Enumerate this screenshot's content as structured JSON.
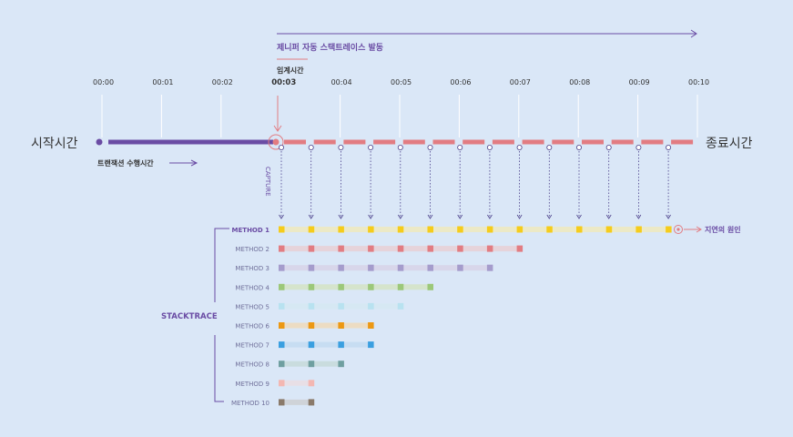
{
  "auto_stacktrace_label": "제니퍼 자동 스택트레이스 발동",
  "threshold": {
    "label": "임계시간",
    "time": "00:03"
  },
  "time_ticks": [
    "00:00",
    "00:01",
    "00:02",
    "00:03",
    "00:04",
    "00:05",
    "00:06",
    "00:07",
    "00:08",
    "00:09",
    "00:10"
  ],
  "start_label": "시작시간",
  "end_label": "종료시간",
  "transaction_label": "트랜잭션 수행시간",
  "capture_label": "CAPTURE",
  "stacktrace_label": "STACKTRACE",
  "cause_label": "지연의 원인",
  "methods": [
    {
      "label": "METHOD 1",
      "captures": 14,
      "color": "#f5cc1b",
      "track": "#ece9c6",
      "highlight": true
    },
    {
      "label": "METHOD 2",
      "captures": 9,
      "color": "#e27c82",
      "track": "#e6d3da",
      "highlight": false
    },
    {
      "label": "METHOD 3",
      "captures": 8,
      "color": "#a59ccc",
      "track": "#d8d6ea",
      "highlight": false
    },
    {
      "label": "METHOD 4",
      "captures": 6,
      "color": "#9cc879",
      "track": "#d5e4cc",
      "highlight": false
    },
    {
      "label": "METHOD 5",
      "captures": 5,
      "color": "#b8e2f0",
      "track": "#d6e8f3",
      "highlight": false
    },
    {
      "label": "METHOD 6",
      "captures": 4,
      "color": "#ec9813",
      "track": "#ecdcc3",
      "highlight": false
    },
    {
      "label": "METHOD 7",
      "captures": 4,
      "color": "#3a9fe0",
      "track": "#c7ddf2",
      "highlight": false
    },
    {
      "label": "METHOD 8",
      "captures": 3,
      "color": "#6f9fa0",
      "track": "#c9dcde",
      "highlight": false
    },
    {
      "label": "METHOD 9",
      "captures": 2,
      "color": "#f3b7b2",
      "track": "#e8dfe6",
      "highlight": false
    },
    {
      "label": "METHOD 10",
      "captures": 2,
      "color": "#8a7a6a",
      "track": "#cfd3d8",
      "highlight": false
    }
  ],
  "colors": {
    "accent": "#6a4ca4",
    "red": "#e27c82",
    "text": "#333333",
    "method_text": "#6f6f9a"
  }
}
